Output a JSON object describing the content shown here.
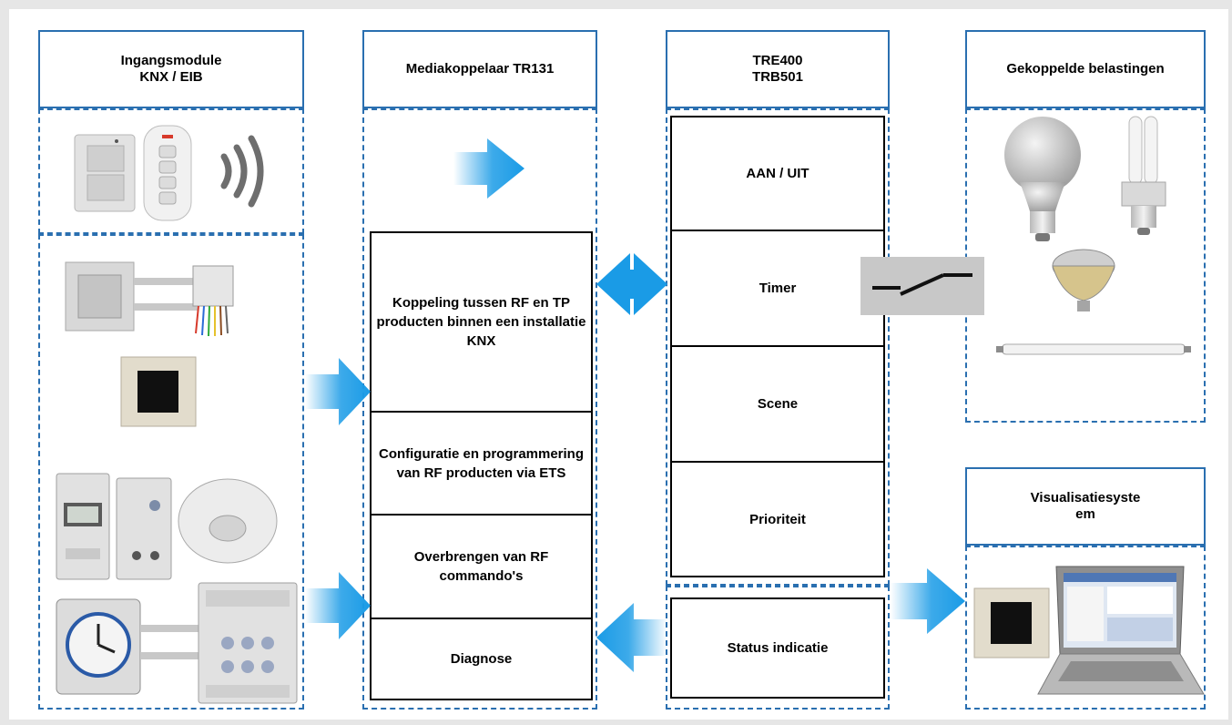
{
  "columns": {
    "input": {
      "title": "Ingangsmodule\nKNX / EIB"
    },
    "coupler": {
      "title": "Mediakoppelaar TR131",
      "functions": [
        "Koppeling tussen RF en TP producten binnen een installatie KNX",
        "Configuratie en programmering van RF producten via ETS",
        "Overbrengen van RF commando's",
        "Diagnose"
      ]
    },
    "modules": {
      "title": "TRE400\nTRB501",
      "functions": [
        "AAN / UIT",
        "Timer",
        "Scene",
        "Prioriteit"
      ],
      "status": "Status indicatie"
    },
    "loads": {
      "title": "Gekoppelde belastingen"
    },
    "visualisation": {
      "title": "Visualisatiesyste\nem"
    }
  },
  "colors": {
    "border_blue": "#2a6fb0",
    "arrow_blue": "#1a9be6",
    "switch_bg": "#c8c8c8",
    "frame_grey": "#e6e6e6"
  },
  "icons": [
    "rf-wall-switch-icon",
    "rf-remote-control-icon",
    "radio-waves-icon",
    "push-button-with-coupler-icon",
    "touch-panel-icon",
    "din-timer-module-icon",
    "din-dimmer-module-icon",
    "ceiling-motion-detector-icon",
    "analog-timer-icon",
    "din-switch-actuator-icon",
    "incandescent-bulb-icon",
    "compact-fluorescent-lamp-icon",
    "halogen-spot-icon",
    "fluorescent-tube-icon",
    "switch-contact-symbol-icon",
    "laptop-icon"
  ]
}
